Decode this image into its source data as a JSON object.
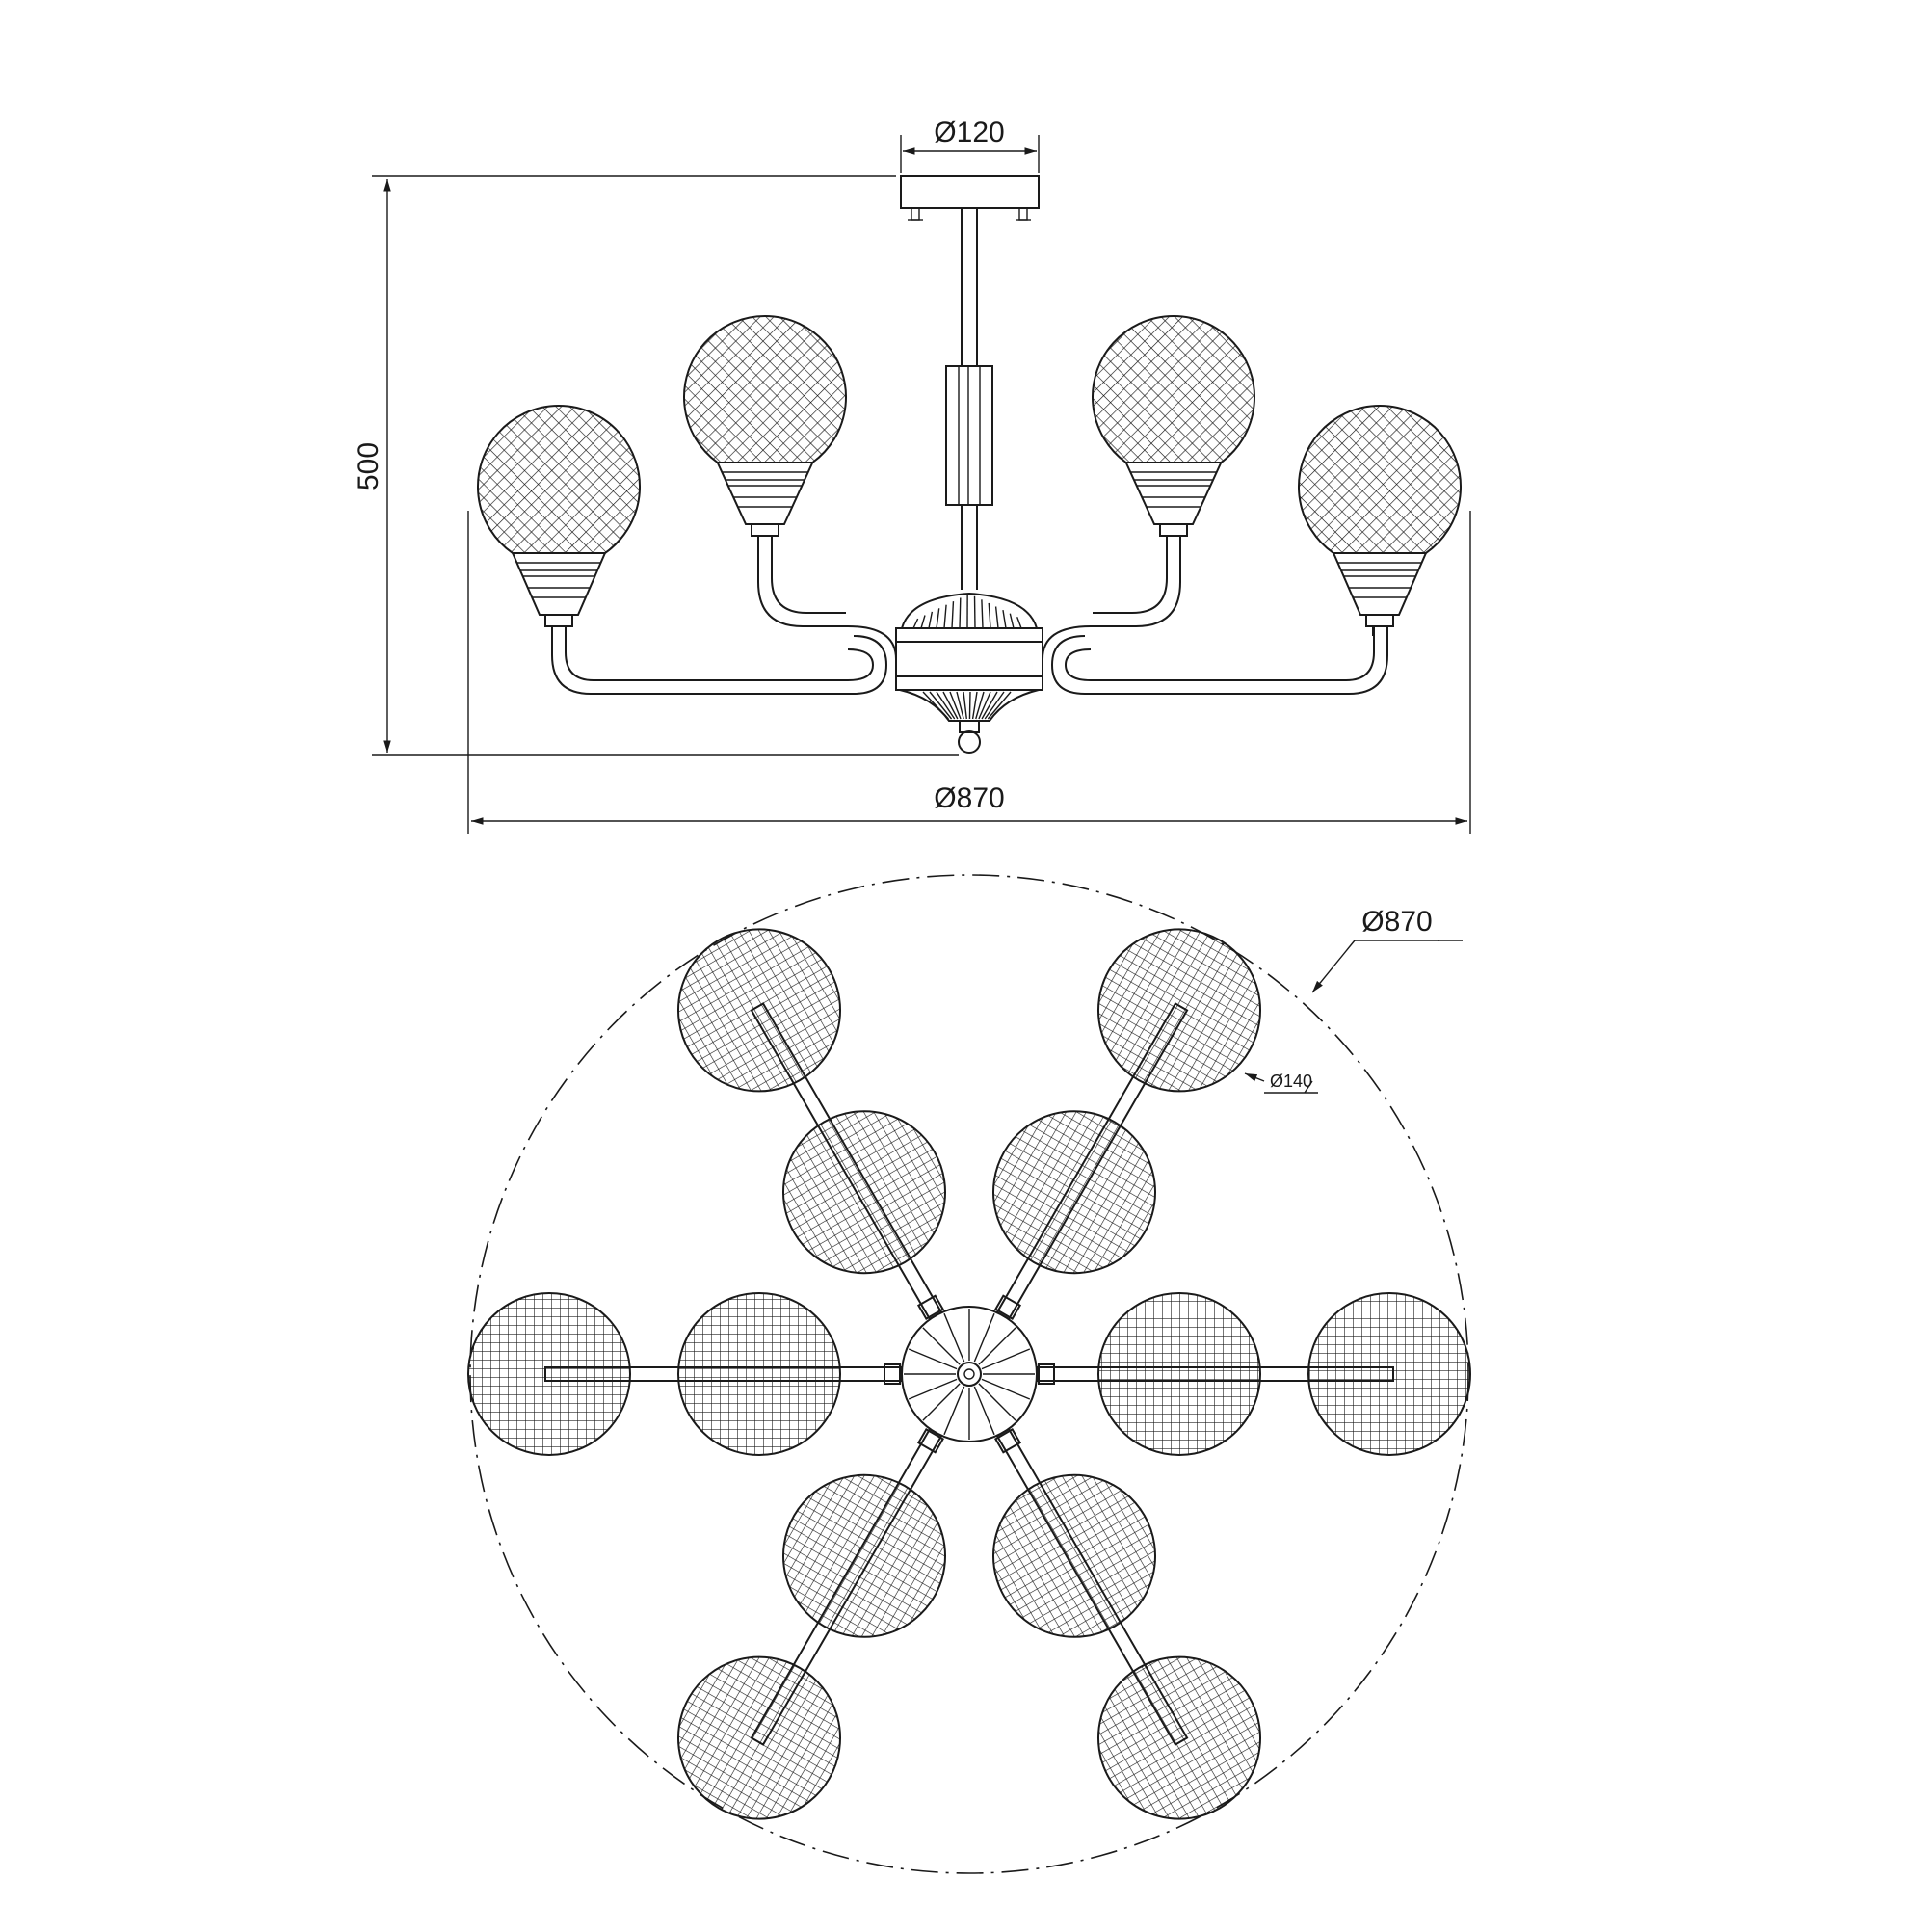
{
  "dimensions": {
    "canopy_diameter": "Ø120",
    "height": "500",
    "width_front": "Ø870",
    "width_plan": "Ø870",
    "shade_diameter": "Ø140"
  },
  "colors": {
    "line": "#1a1a1a",
    "background": "#ffffff"
  }
}
